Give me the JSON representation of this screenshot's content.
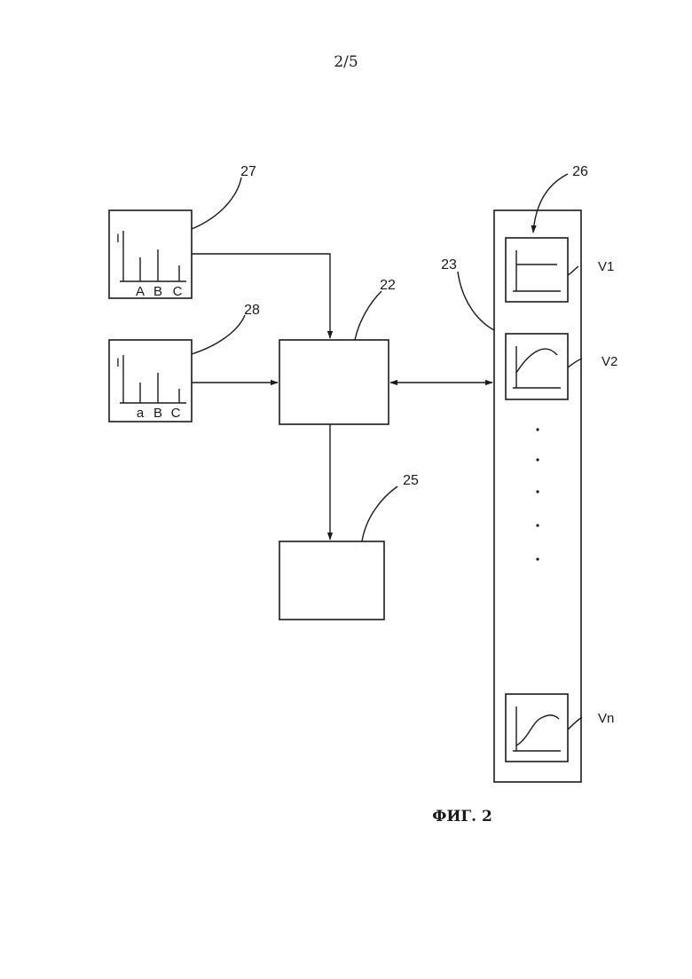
{
  "page_number": "2/5",
  "figure_caption": "ФИГ. 2",
  "references": {
    "spectrum_top": "27",
    "spectrum_bottom": "28",
    "processor": "22",
    "output": "25",
    "panel": "23",
    "arrow": "26"
  },
  "spectrum_top": {
    "axis": "I",
    "peaks": [
      "A",
      "B",
      "C"
    ]
  },
  "spectrum_bottom": {
    "axis": "I",
    "peaks": [
      "a",
      "B",
      "C"
    ]
  },
  "views": [
    "V1",
    "V2",
    "Vn"
  ]
}
